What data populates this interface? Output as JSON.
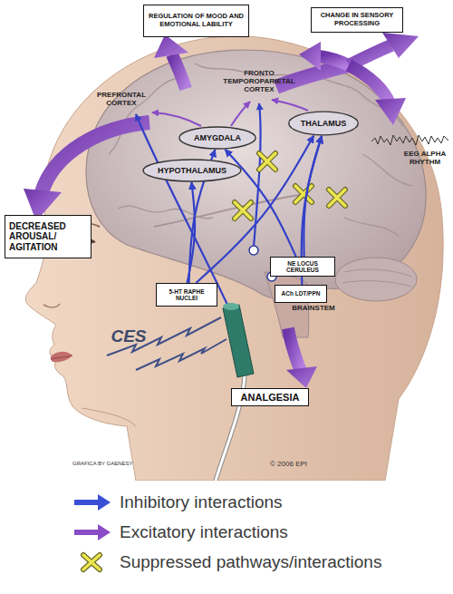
{
  "diagram": {
    "nodes": [
      {
        "text": [
          "REGULATION OF MOOD AND EMOTIONAL LABILITY"
        ]
      },
      {
        "text": [
          "CHANGE IN SENSORY PROCESSING"
        ]
      },
      {
        "text": [
          "AMYGDALA"
        ]
      },
      {
        "text": [
          "THALAMUS"
        ]
      },
      {
        "text": [
          "HYPOTHALAMUS"
        ]
      },
      {
        "text": [
          "DECREASED AROUSAL/ AGITATION"
        ]
      },
      {
        "text": [
          "NE LOCUS CERULEUS"
        ]
      },
      {
        "text": [
          "ACh LDT/PPN"
        ]
      },
      {
        "text": [
          "5-HT RAPHE NUCLEI"
        ]
      },
      {
        "text": [
          "ANALGESIA"
        ]
      }
    ],
    "edges": [
      {
        "from": 8,
        "to": 4,
        "arrow": "to"
      },
      {
        "from": 8,
        "to": 2,
        "arrow": "to"
      },
      {
        "from": 8,
        "to": 3,
        "arrow": "to"
      },
      {
        "from": 6,
        "to": 3,
        "arrow": "to"
      },
      {
        "from": 6,
        "to": 2,
        "arrow": "to"
      },
      {
        "from": 7,
        "to": 3,
        "arrow": "to"
      }
    ],
    "labels": [
      "FRONTO TEMPOROPARIETAL CORTEX",
      "PREFRONTAL CORTEX",
      "EEG ALPHA RHYTHM",
      "BRAINSTEM",
      "CES",
      "GRAFICA BY GAENESY",
      "© 2006 EPI"
    ],
    "legend": [
      {
        "text": "Inhibitory interactions"
      },
      {
        "text": "Excitatory interactions"
      },
      {
        "text": "Suppressed pathways/interactions"
      }
    ]
  }
}
